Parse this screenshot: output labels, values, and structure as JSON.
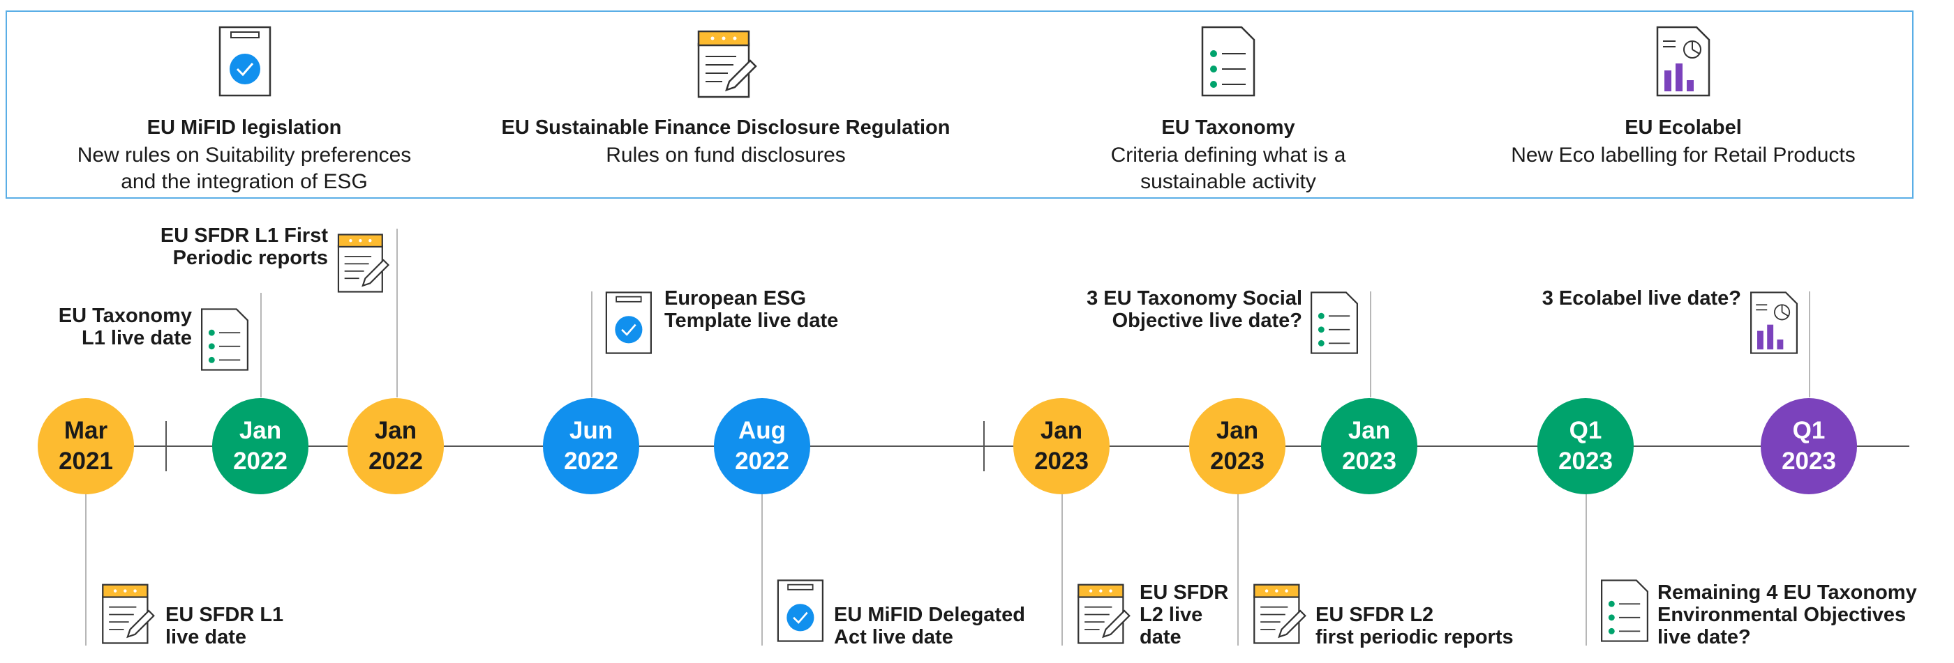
{
  "colors": {
    "yellow": "#fdbb30",
    "green": "#00a36c",
    "blue": "#1190ee",
    "purple": "#7b42bc",
    "panel_border": "#5aaee6",
    "text_on_yellow": "#1a1a1a",
    "text_on_color": "#ffffff"
  },
  "legend": [
    {
      "icon": "checked-document-icon",
      "title": "EU MiFID legislation",
      "desc": [
        "New rules on Suitability preferences",
        "and the integration of ESG"
      ]
    },
    {
      "icon": "notepad-pencil-icon",
      "title": "EU Sustainable Finance Disclosure Regulation",
      "desc": [
        "Rules on fund disclosures"
      ]
    },
    {
      "icon": "checklist-document-icon",
      "title": "EU Taxonomy",
      "desc": [
        "Criteria defining what is a",
        "sustainable activity"
      ]
    },
    {
      "icon": "chart-document-icon",
      "title": "EU Ecolabel",
      "desc": [
        "New Eco labelling for Retail Products"
      ]
    }
  ],
  "timeline": [
    {
      "month": "Mar",
      "year": "2021",
      "color": "yellow"
    },
    {
      "month": "Jan",
      "year": "2022",
      "color": "green"
    },
    {
      "month": "Jan",
      "year": "2022",
      "color": "yellow"
    },
    {
      "month": "Jun",
      "year": "2022",
      "color": "blue"
    },
    {
      "month": "Aug",
      "year": "2022",
      "color": "blue"
    },
    {
      "month": "Jan",
      "year": "2023",
      "color": "yellow"
    },
    {
      "month": "Jan",
      "year": "2023",
      "color": "yellow"
    },
    {
      "month": "Jan",
      "year": "2023",
      "color": "green"
    },
    {
      "month": "Q1",
      "year": "2023",
      "color": "green"
    },
    {
      "month": "Q1",
      "year": "2023",
      "color": "purple"
    }
  ],
  "events": {
    "sfdr_l1_periodic": [
      "EU SFDR L1 First",
      "Periodic reports"
    ],
    "taxonomy_l1": [
      "EU Taxonomy",
      "L1 live date"
    ],
    "esg_template": [
      "European ESG",
      "Template live date"
    ],
    "taxonomy_social": [
      "3 EU Taxonomy Social",
      "Objective live date?"
    ],
    "ecolabel_live": [
      "3 Ecolabel live date?"
    ],
    "sfdr_l1_live": [
      "EU SFDR L1",
      "live date"
    ],
    "mifid_delegated": [
      "EU MiFID Delegated",
      "Act live date"
    ],
    "sfdr_l2_live": [
      "EU SFDR",
      "L2 live",
      "date"
    ],
    "sfdr_l2_periodic": [
      "EU SFDR L2",
      "first periodic reports"
    ],
    "taxonomy_env": [
      "Remaining 4 EU Taxonomy",
      "Environmental Objectives",
      "live date?"
    ]
  }
}
